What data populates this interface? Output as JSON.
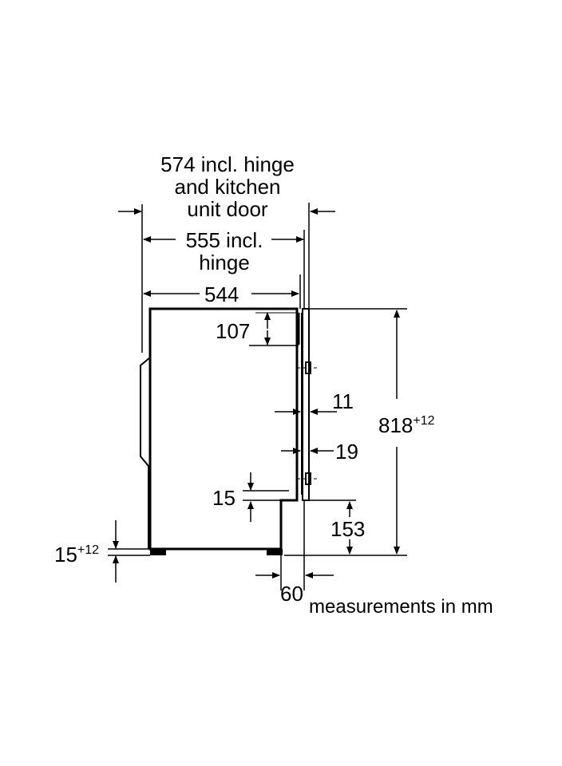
{
  "dimensions": {
    "total_depth": {
      "value": "574",
      "text_line1": "574 incl. hinge",
      "text_line2": "and kitchen",
      "text_line3": "unit door"
    },
    "depth_hinge": {
      "text_line1": "555 incl.",
      "text_line2": "hinge"
    },
    "body_depth": "544",
    "top_offset": "107",
    "door_gap": "11",
    "door_thickness": "19",
    "kick_gap": "15",
    "height": {
      "base": "818",
      "tolerance": "+12"
    },
    "plinth_height": "153",
    "foot_height": {
      "base": "15",
      "tolerance": "+12"
    },
    "plinth_setback": "60"
  },
  "note": "measurements in mm",
  "colors": {
    "line": "#000000",
    "background": "#ffffff"
  }
}
